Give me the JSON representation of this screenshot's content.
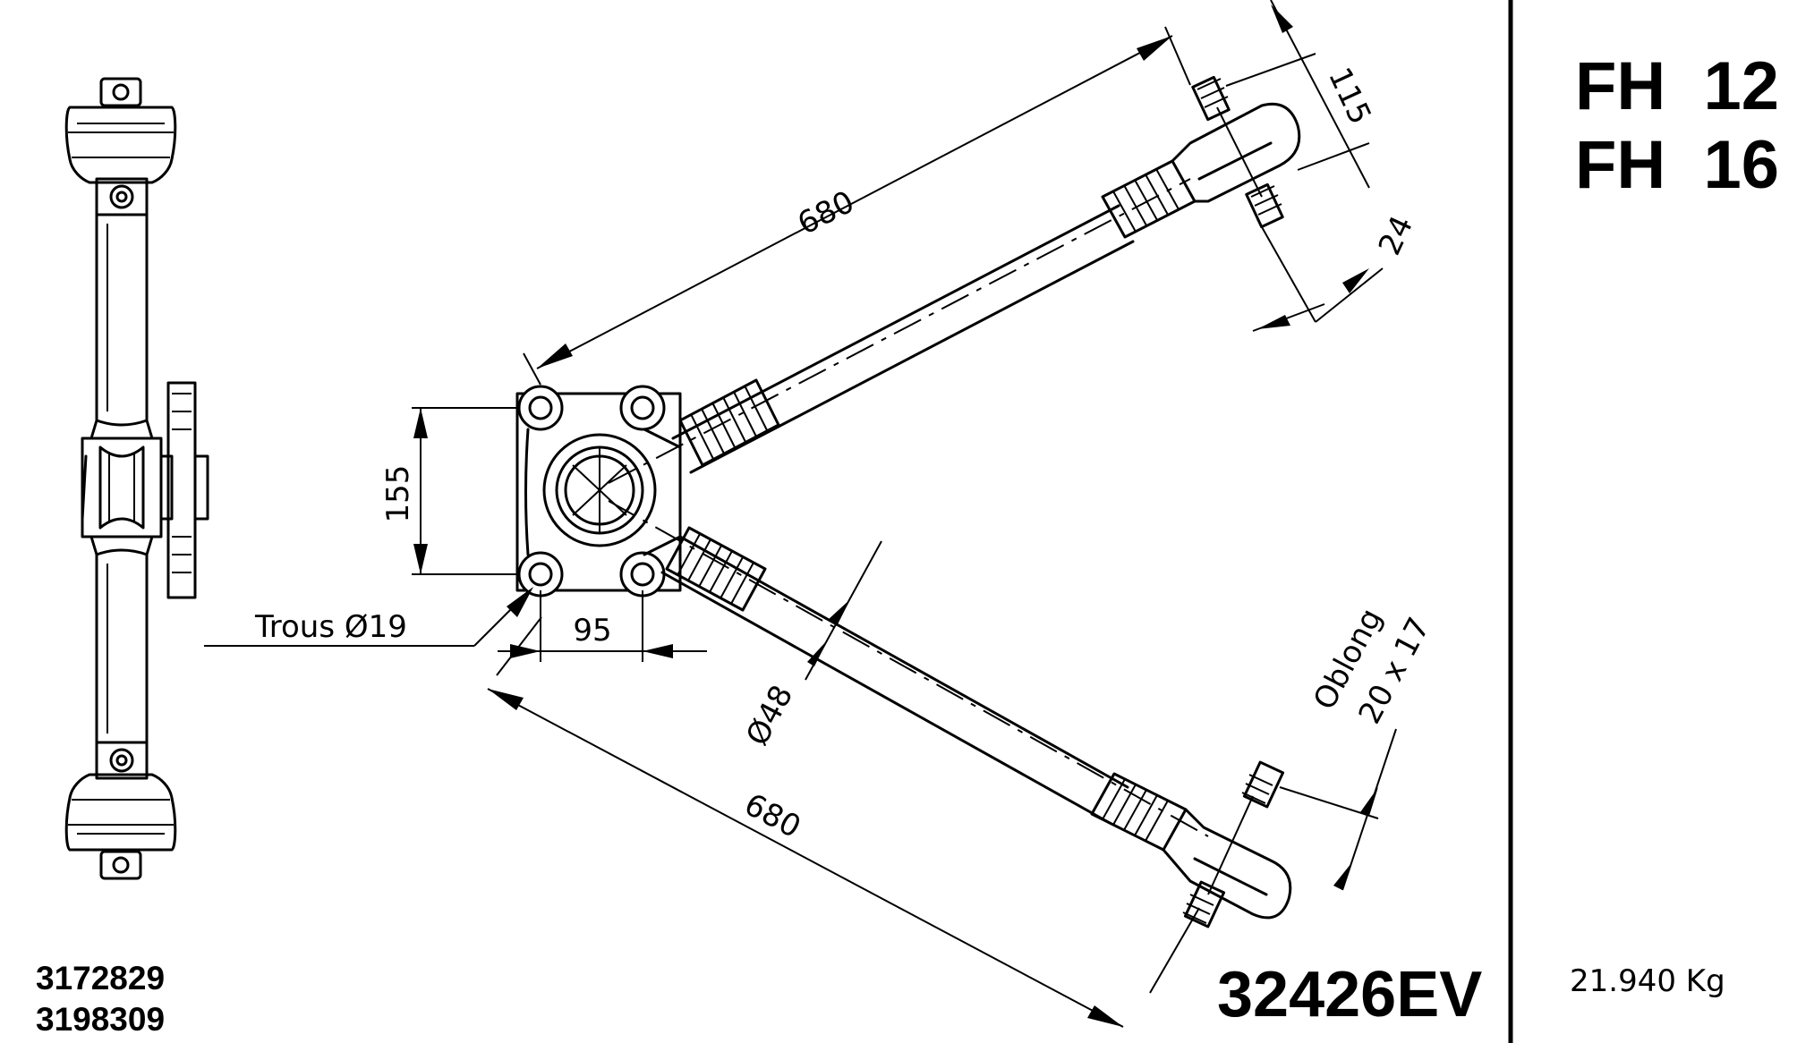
{
  "models": [
    "FH  12",
    "FH  16"
  ],
  "weight": "21.940 Kg",
  "part_number": "32426EV",
  "reference_numbers": [
    "3172829",
    "3198309"
  ],
  "dimensions": {
    "arm_length_upper": "680",
    "arm_length_lower": "680",
    "bolt_spacing_vertical": "155",
    "bolt_spacing_horizontal": "95",
    "hole_diameter": "Trous Ø19",
    "tube_diameter": "Ø48",
    "eye_height": "115",
    "pin_diameter": "24",
    "oblong_label": "Oblong",
    "oblong_size": "20 x 17"
  }
}
